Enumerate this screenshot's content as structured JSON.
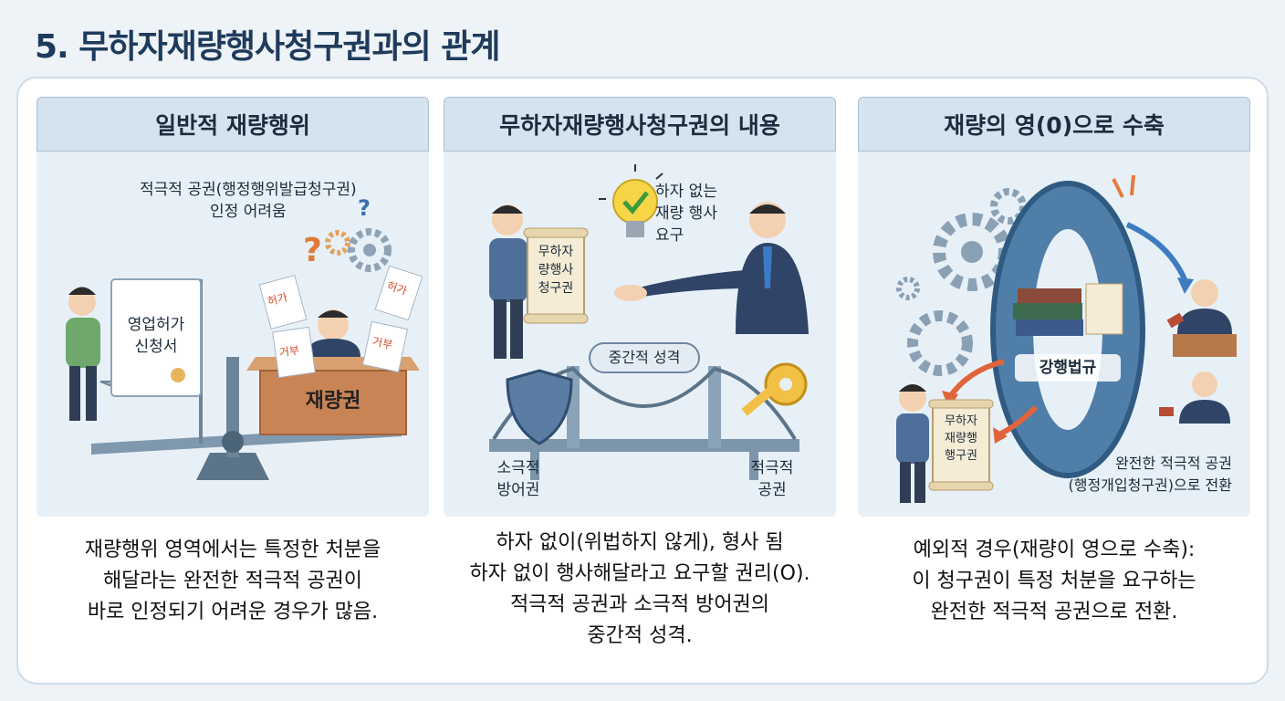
{
  "page_title": "5. 무하자재량행사청구권과의 관계",
  "panels": [
    {
      "header": "일반적 재량행위",
      "labels": {
        "top_note_line1": "적극적 공권(행정행위발급청구권)",
        "top_note_line2": "인정 어려움",
        "document": "영업허가\n신청서",
        "desk": "재량권",
        "paper1": "허가",
        "paper2": "거부",
        "paper3": "허가",
        "paper4": "거부"
      },
      "description": [
        "재량행위 영역에서는 특정한 처분을",
        "해달라는 완전한 적극적 공권이",
        "바로 인정되기 어려운 경우가 많음."
      ]
    },
    {
      "header": "무하자재량행사청구권의 내용",
      "labels": {
        "scroll": "무하자\n량행사\n청구권",
        "bulb_text": "하자 없는\n재량 행사\n요구",
        "bridge_tag": "중간적 성격",
        "left_end": "소극적\n방어권",
        "right_end": "적극적\n공권"
      },
      "description": [
        "하자 없이(위법하지 않게), 형사 됨",
        "하자 없이 행사해달라고 요구할 권리(O).",
        "적극적 공권과 소극적 방어권의",
        "중간적 성격."
      ]
    },
    {
      "header": "재량의 영(0)으로 수축",
      "labels": {
        "law_label": "강행법규",
        "scroll": "무하자\n재량행\n행구권",
        "result_line1": "완전한 적극적 공권",
        "result_line2": "(행정개입청구권)으로 전환"
      },
      "description": [
        "예외적 경우(재량이 영으로 수축):",
        "이 청구권이 특정 처분을 요구하는",
        "완전한 적극적 공권으로 전환."
      ]
    }
  ]
}
